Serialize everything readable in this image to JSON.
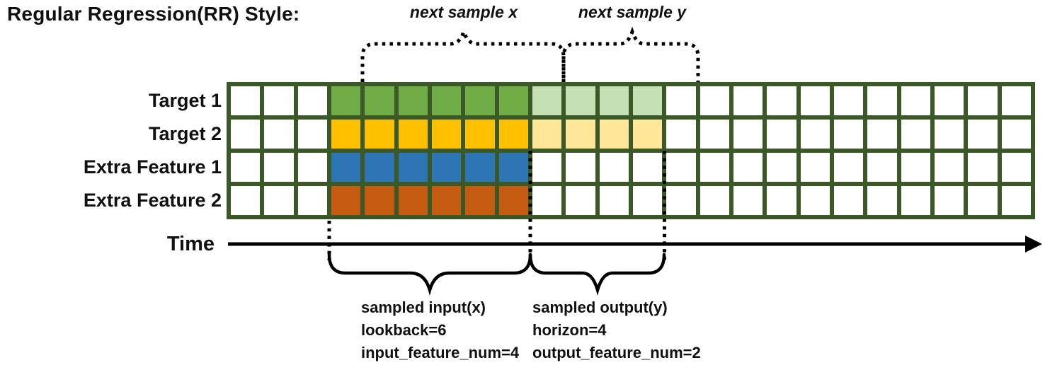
{
  "title": "Regular Regression(RR) Style:",
  "annotations": {
    "next_sample_x": "next sample x",
    "next_sample_y": "next sample y"
  },
  "diagram": {
    "grid": {
      "total_columns": 24,
      "lead_empty_columns": 3,
      "lookback": 6,
      "horizon": 4,
      "border_color": "#3A5926",
      "empty_cell_color": "#FFFFFF",
      "rows": [
        {
          "label": "Target 1",
          "type": "target",
          "input_color": "#70AD47",
          "output_color": "#C5E0B4"
        },
        {
          "label": "Target 2",
          "type": "target",
          "input_color": "#FFC000",
          "output_color": "#FFE699"
        },
        {
          "label": "Extra Feature 1",
          "type": "extra-feature",
          "input_color": "#2E75B6",
          "output_color": null
        },
        {
          "label": "Extra Feature 2",
          "type": "extra-feature",
          "input_color": "#C55A11",
          "output_color": null
        }
      ]
    },
    "time_axis": {
      "label": "Time"
    },
    "callouts": {
      "input": {
        "lines": [
          "sampled input(x)",
          "lookback=6",
          "input_feature_num=4"
        ]
      },
      "output": {
        "lines": [
          "sampled output(y)",
          "horizon=4",
          "output_feature_num=2"
        ]
      }
    },
    "line_color": "#000000"
  }
}
